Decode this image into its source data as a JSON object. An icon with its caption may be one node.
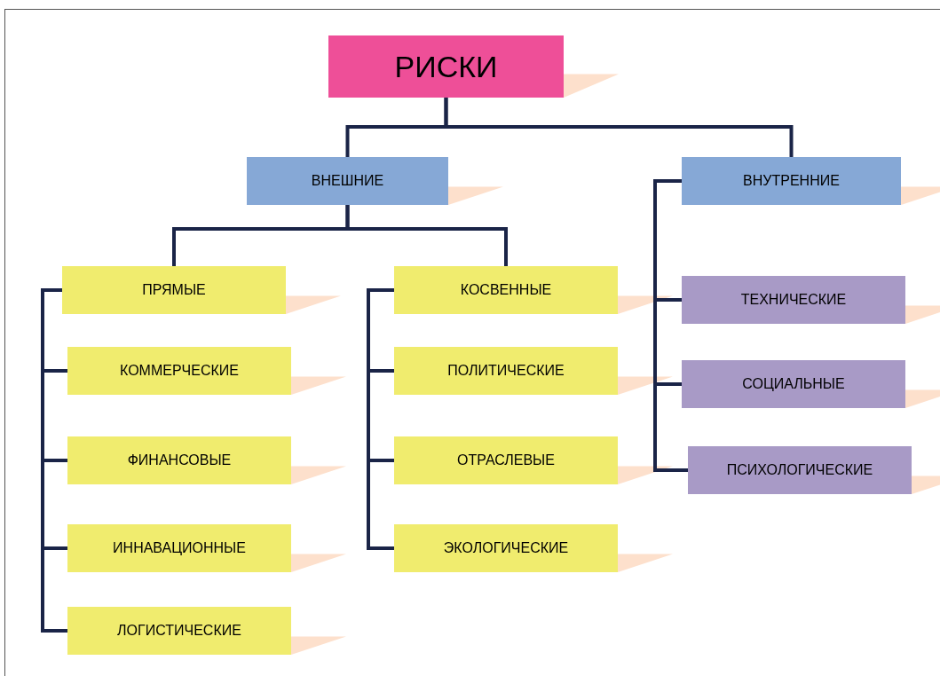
{
  "diagram": {
    "nodes": [
      {
        "text": [
          "РИСКИ"
        ]
      },
      {
        "text": [
          "ВНЕШНИЕ"
        ]
      },
      {
        "text": [
          "ВНУТРЕННИЕ"
        ]
      },
      {
        "text": [
          "ПРЯМЫЕ"
        ]
      },
      {
        "text": [
          "КОММЕРЧЕСКИЕ"
        ]
      },
      {
        "text": [
          "ФИНАНСОВЫЕ"
        ]
      },
      {
        "text": [
          "ИННАВАЦИОННЫЕ"
        ]
      },
      {
        "text": [
          "ЛОГИСТИЧЕСКИЕ"
        ]
      },
      {
        "text": [
          "КОСВЕННЫЕ"
        ]
      },
      {
        "text": [
          "ПОЛИТИЧЕСКИЕ"
        ]
      },
      {
        "text": [
          "ОТРАСЛЕВЫЕ"
        ]
      },
      {
        "text": [
          "ЭКОЛОГИЧЕСКИЕ"
        ]
      },
      {
        "text": [
          "ТЕХНИЧЕСКИЕ"
        ]
      },
      {
        "text": [
          "СОЦИАЛЬНЫЕ"
        ]
      },
      {
        "text": [
          "ПСИХОЛОГИЧЕСКИЕ"
        ]
      }
    ],
    "edges": [
      {
        "from": 0,
        "to": 1,
        "arrow": "none"
      },
      {
        "from": 0,
        "to": 2,
        "arrow": "none"
      },
      {
        "from": 1,
        "to": 3,
        "arrow": "none"
      },
      {
        "from": 1,
        "to": 8,
        "arrow": "none"
      },
      {
        "from": 3,
        "to": 4,
        "arrow": "none"
      },
      {
        "from": 3,
        "to": 5,
        "arrow": "none"
      },
      {
        "from": 3,
        "to": 6,
        "arrow": "none"
      },
      {
        "from": 3,
        "to": 7,
        "arrow": "none"
      },
      {
        "from": 8,
        "to": 9,
        "arrow": "none"
      },
      {
        "from": 8,
        "to": 10,
        "arrow": "none"
      },
      {
        "from": 8,
        "to": 11,
        "arrow": "none"
      },
      {
        "from": 2,
        "to": 12,
        "arrow": "none"
      },
      {
        "from": 2,
        "to": 13,
        "arrow": "none"
      },
      {
        "from": 2,
        "to": 14,
        "arrow": "none"
      }
    ]
  }
}
